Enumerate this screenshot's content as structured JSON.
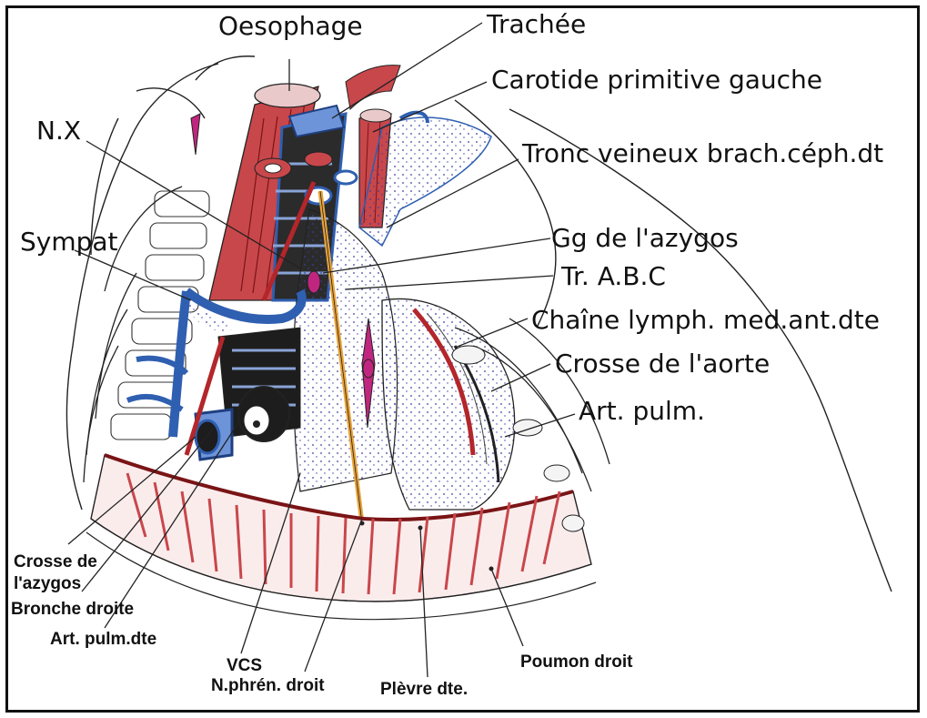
{
  "labels": {
    "oesophage": "Oesophage",
    "trachee": "Trachée",
    "carotide": "Carotide primitive gauche",
    "nx": "N.X",
    "tronc_veineux": "Tronc veineux brach.céph.dt",
    "sympat": "Sympat",
    "gg_azygos": "Gg de l'azygos",
    "tr_abc": "Tr. A.B.C",
    "chaine_lymph": "Chaîne lymph. med.ant.dte",
    "crosse_aorte": "Crosse de l'aorte",
    "art_pulm": "Art. pulm.",
    "crosse_azygos_1": "Crosse de",
    "crosse_azygos_2": "l'azygos",
    "bronche_droite": "Bronche droite",
    "art_pulm_dte": "Art. pulm.dte",
    "vcs": "VCS",
    "n_phren": "N.phrén. droit",
    "plevre": "Plèvre dte.",
    "poumon_droit": "Poumon droit"
  },
  "colors": {
    "muscle_red": "#b3262a",
    "vein_blue": "#2f5fb0",
    "nerve_yellow": "#e8a33a",
    "node_magenta": "#c0267f",
    "line_black": "#222222",
    "stipple": "#3c3ca0"
  }
}
